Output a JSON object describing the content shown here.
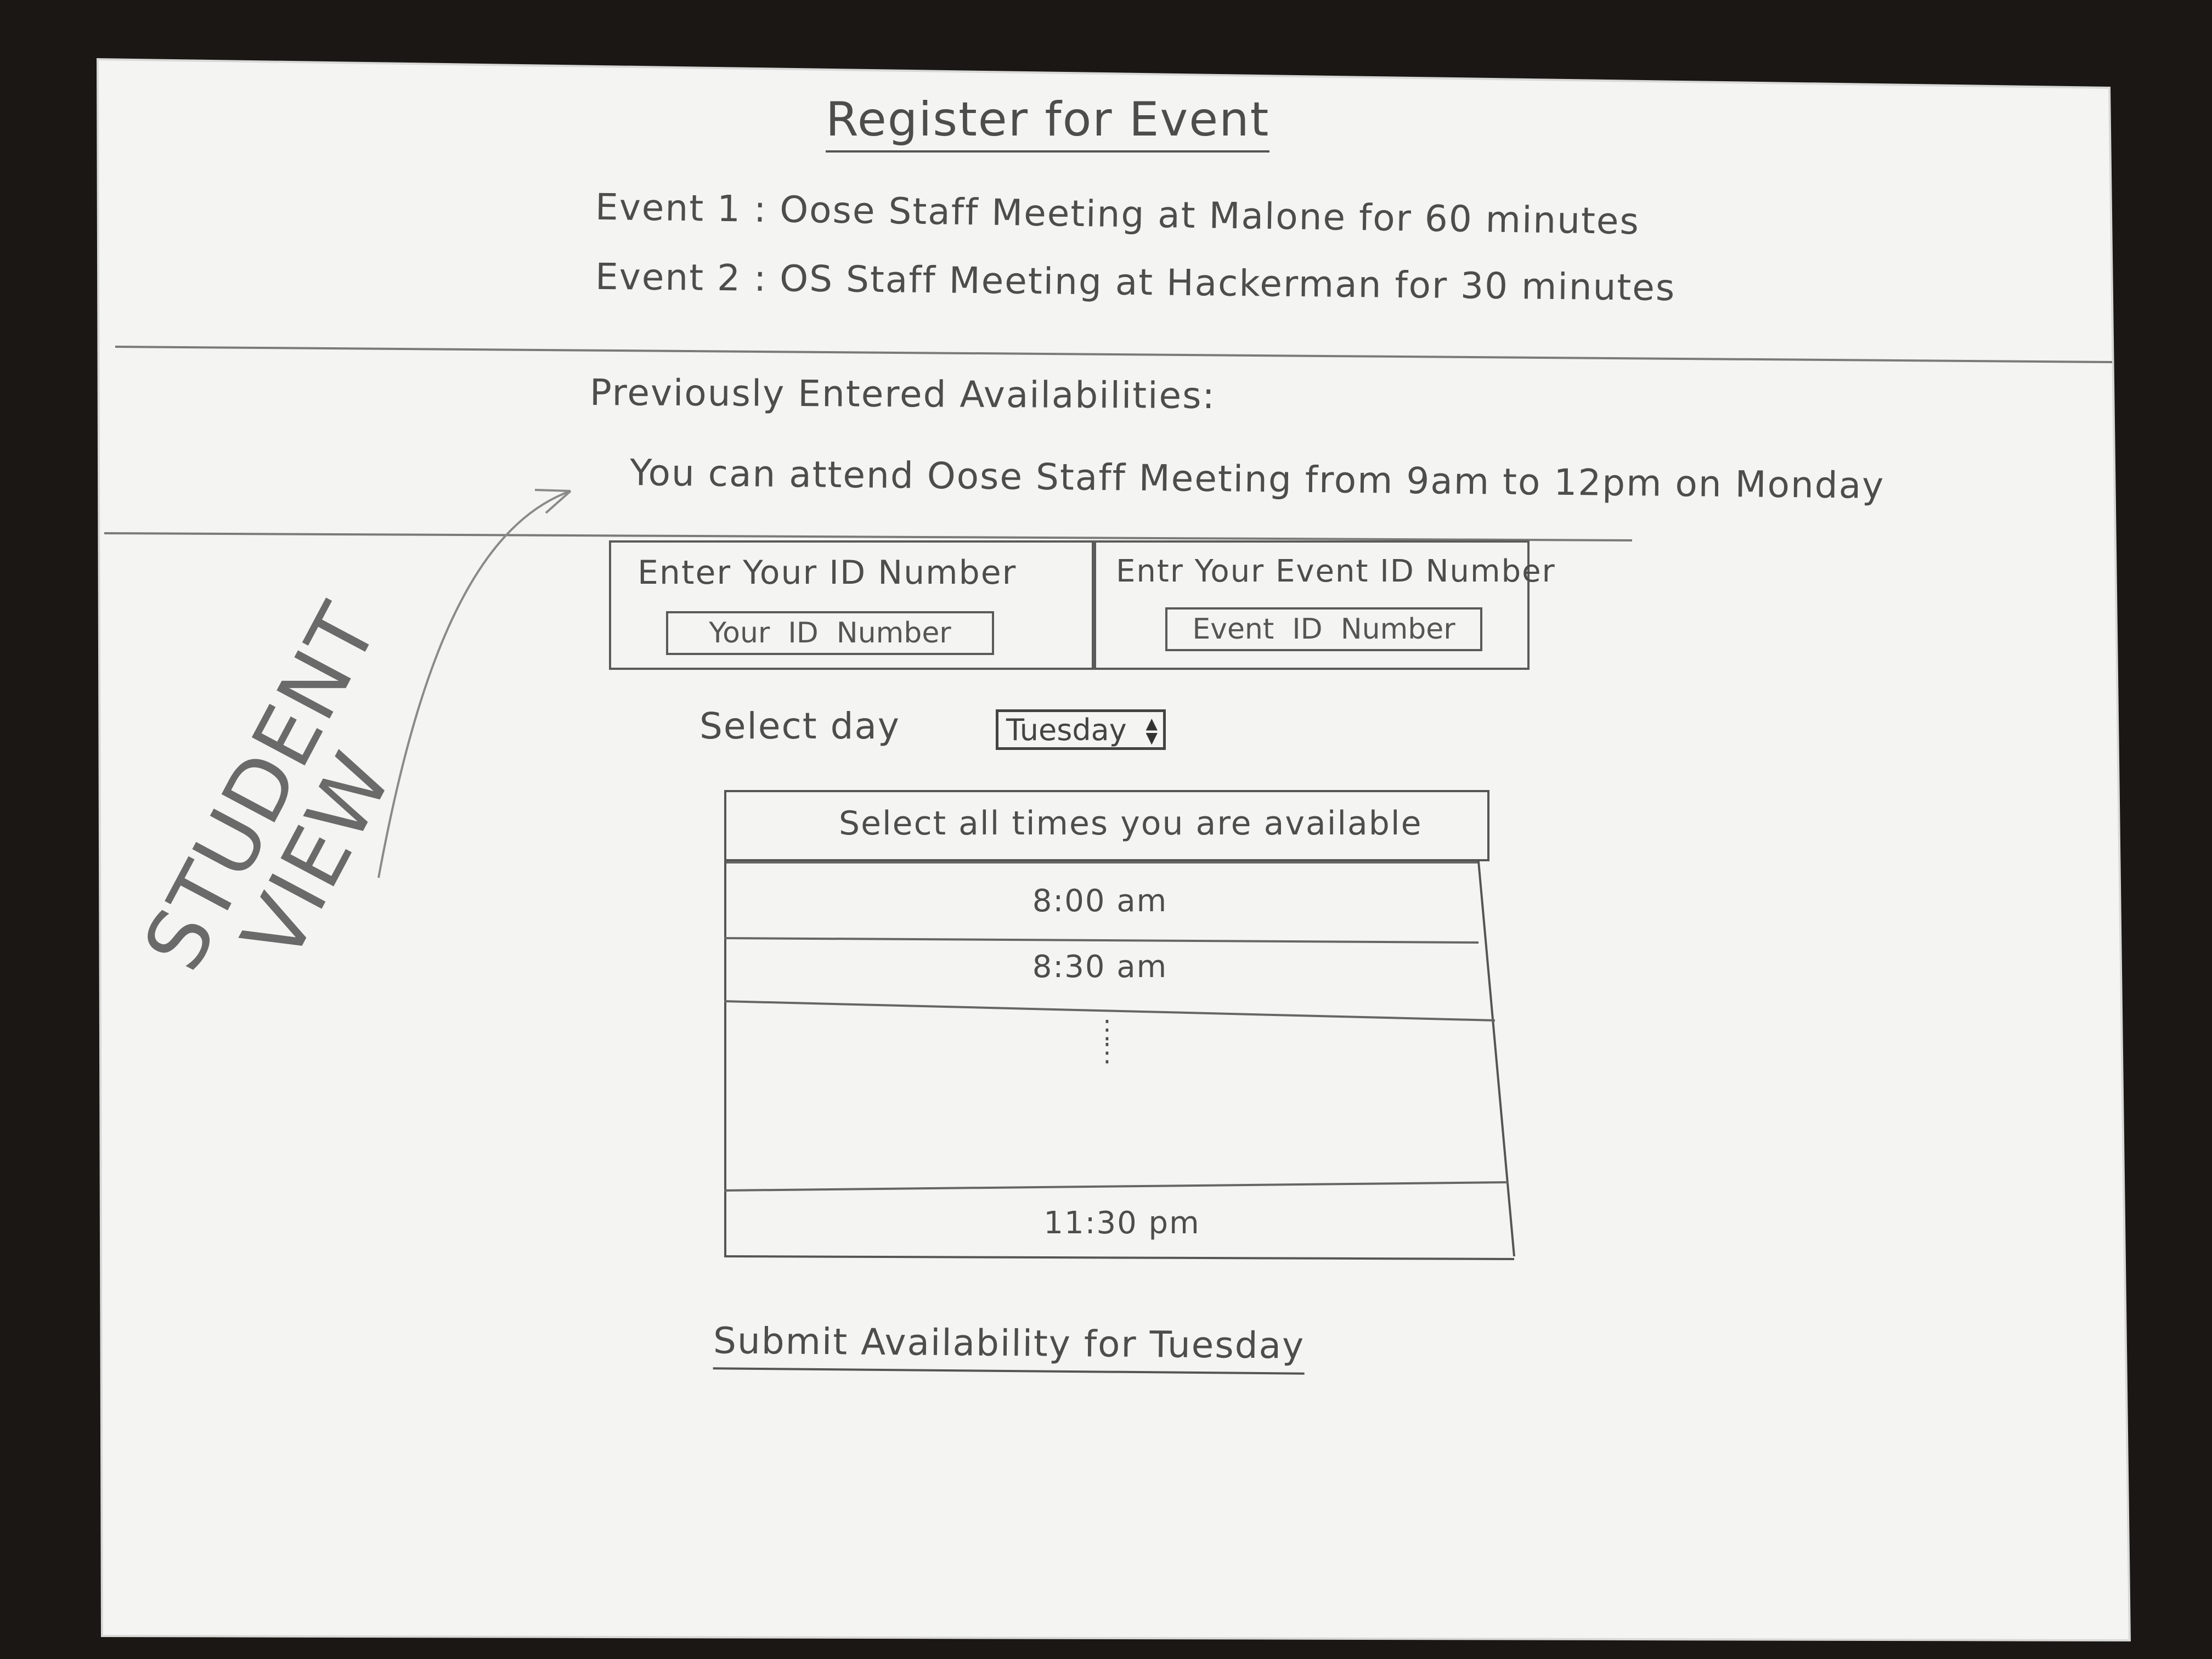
{
  "page": {
    "title": "Register for Event"
  },
  "events": [
    {
      "text": "Event 1 : Oose  Staff  Meeting  at  Malone  for  60 minutes"
    },
    {
      "text": "Event 2 :  OS   Staff  Meeting  at  Hackerman  for  30 minutes"
    }
  ],
  "previous": {
    "label": "Previously  Entered  Availabilities:",
    "entries": [
      "You  can  attend  Oose  Staff Meeting  from  9am  to  12pm  on  Monday"
    ]
  },
  "id_section": {
    "your_id_label": "Enter  Your  ID Number",
    "your_id_placeholder": "Your  ID  Number",
    "event_id_label": "Entr  Your  Event ID Number",
    "event_id_placeholder": "Event  ID  Number"
  },
  "day_select": {
    "label": "Select  day",
    "selected": "Tuesday",
    "arrows": "▲▼"
  },
  "time_table": {
    "header": "Select all  times  you  are  available",
    "rows": [
      "8:00 am",
      "8:30 am"
    ],
    "ellipsis": ":\n:",
    "last_row": "11:30 pm"
  },
  "submit": {
    "label": "Submit  Availability  for  Tuesday"
  },
  "annotation": {
    "text": "STUDENT\n  VIEW"
  }
}
